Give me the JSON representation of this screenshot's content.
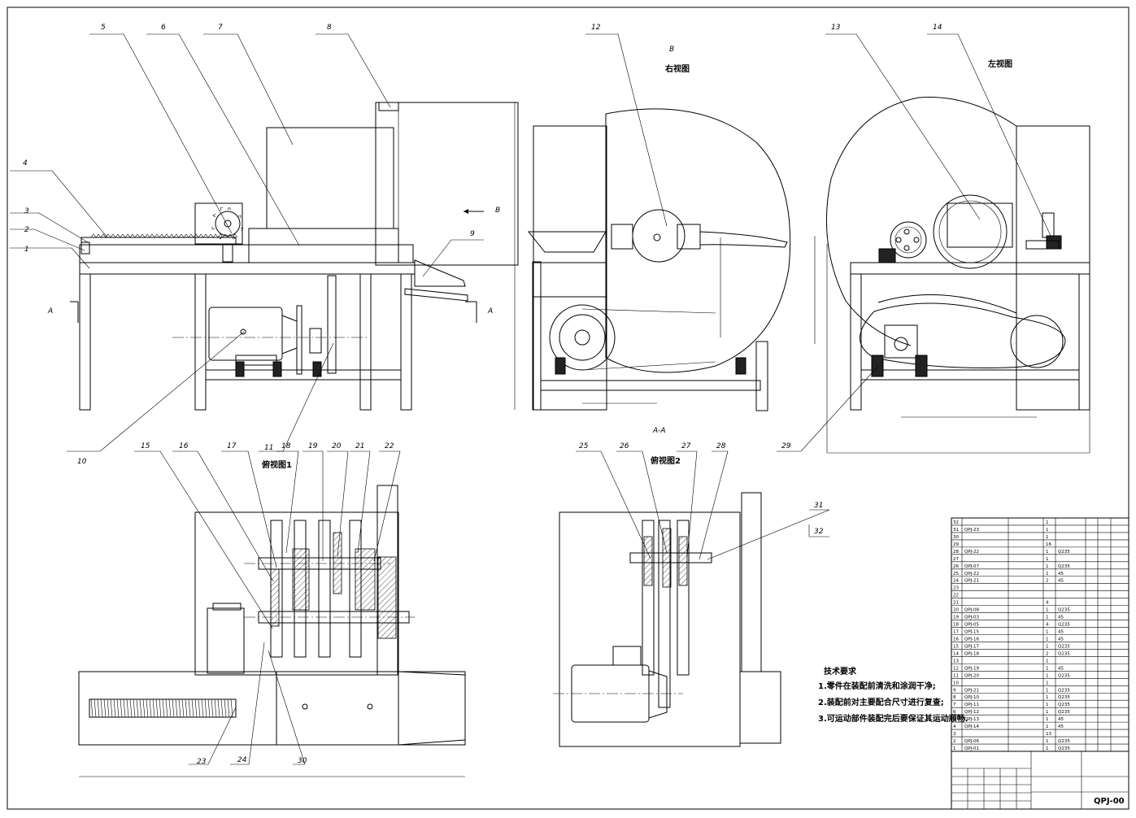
{
  "balloons": [
    "1",
    "2",
    "3",
    "4",
    "5",
    "6",
    "7",
    "8",
    "9",
    "10",
    "11",
    "12",
    "13",
    "14",
    "15",
    "16",
    "17",
    "18",
    "19",
    "20",
    "21",
    "22",
    "23",
    "24",
    "25",
    "26",
    "27",
    "28",
    "29",
    "30",
    "31",
    "32"
  ],
  "views": {
    "section_marker_a": "A",
    "arrow_b": "B",
    "right_view_letter": "B",
    "right_view": "右视图",
    "left_view": "左视图",
    "section_aa": "A-A",
    "side_view_1": "俯视图1",
    "side_view_2": "俯视图2"
  },
  "tech_requirements": {
    "heading": "技术要求",
    "items": [
      "1.零件在装配前清洗和涂润干净;",
      "2.装配前对主要配合尺寸进行复查;",
      "3.可运动部件装配完后要保证其运动顺畅."
    ]
  },
  "bom": {
    "rows": [
      {
        "no": "32",
        "code": "",
        "name": "",
        "qty": "1",
        "mat": ""
      },
      {
        "no": "31",
        "code": "QPJ-23",
        "name": "",
        "qty": "1",
        "mat": ""
      },
      {
        "no": "30",
        "code": "",
        "name": "",
        "qty": "1",
        "mat": ""
      },
      {
        "no": "29",
        "code": "",
        "name": "",
        "qty": "16",
        "mat": ""
      },
      {
        "no": "28",
        "code": "QPJ-22",
        "name": "",
        "qty": "1",
        "mat": "Q235"
      },
      {
        "no": "27",
        "code": "",
        "name": "",
        "qty": "1",
        "mat": ""
      },
      {
        "no": "26",
        "code": "QPJ-07",
        "name": "",
        "qty": "1",
        "mat": "Q235"
      },
      {
        "no": "25",
        "code": "QPJ-22",
        "name": "",
        "qty": "1",
        "mat": "45"
      },
      {
        "no": "24",
        "code": "QPJ-21",
        "name": "",
        "qty": "2",
        "mat": "45"
      },
      {
        "no": "23",
        "code": "",
        "name": "",
        "qty": "",
        "mat": ""
      },
      {
        "no": "22",
        "code": "",
        "name": "",
        "qty": "",
        "mat": ""
      },
      {
        "no": "21",
        "code": "",
        "name": "",
        "qty": "4",
        "mat": ""
      },
      {
        "no": "20",
        "code": "QPJ-08",
        "name": "",
        "qty": "1",
        "mat": "Q235"
      },
      {
        "no": "19",
        "code": "QPJ-03",
        "name": "",
        "qty": "1",
        "mat": "45"
      },
      {
        "no": "18",
        "code": "QPJ-05",
        "name": "",
        "qty": "4",
        "mat": "Q235"
      },
      {
        "no": "17",
        "code": "QPJ-15",
        "name": "",
        "qty": "1",
        "mat": "45"
      },
      {
        "no": "16",
        "code": "QPJ-16",
        "name": "",
        "qty": "1",
        "mat": "45"
      },
      {
        "no": "15",
        "code": "QPJ-17",
        "name": "",
        "qty": "1",
        "mat": "Q235"
      },
      {
        "no": "14",
        "code": "QPJ-18",
        "name": "",
        "qty": "2",
        "mat": "Q235"
      },
      {
        "no": "13",
        "code": "",
        "name": "",
        "qty": "1",
        "mat": ""
      },
      {
        "no": "12",
        "code": "QPJ-19",
        "name": "",
        "qty": "1",
        "mat": "45"
      },
      {
        "no": "11",
        "code": "QPJ-20",
        "name": "",
        "qty": "1",
        "mat": "Q235"
      },
      {
        "no": "10",
        "code": "",
        "name": "",
        "qty": "1",
        "mat": ""
      },
      {
        "no": "9",
        "code": "QPJ-21",
        "name": "",
        "qty": "1",
        "mat": "Q235"
      },
      {
        "no": "8",
        "code": "QPJ-10",
        "name": "",
        "qty": "1",
        "mat": "Q235"
      },
      {
        "no": "7",
        "code": "QPJ-11",
        "name": "",
        "qty": "1",
        "mat": "Q235"
      },
      {
        "no": "6",
        "code": "QPJ-12",
        "name": "",
        "qty": "1",
        "mat": "Q235"
      },
      {
        "no": "5",
        "code": "QPJ-13",
        "name": "",
        "qty": "1",
        "mat": "45"
      },
      {
        "no": "4",
        "code": "QPJ-14",
        "name": "",
        "qty": "1",
        "mat": "45"
      },
      {
        "no": "3",
        "code": "",
        "name": "",
        "qty": "13",
        "mat": ""
      },
      {
        "no": "2",
        "code": "QPJ-06",
        "name": "",
        "qty": "1",
        "mat": "Q235"
      },
      {
        "no": "1",
        "code": "QPJ-01",
        "name": "",
        "qty": "1",
        "mat": "Q235"
      }
    ]
  },
  "title_block": {
    "drawing_number": "QPJ-00"
  }
}
